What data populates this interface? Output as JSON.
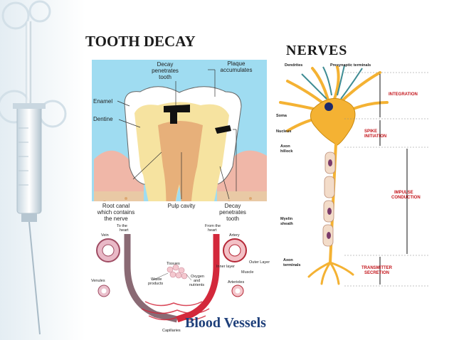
{
  "slide": {
    "title_tooth": "TOOTH DECAY",
    "title_nerves": "NERVES",
    "title_blood": "Blood Vessels"
  },
  "tooth": {
    "enamel": "Enamel",
    "dentine": "Dentine",
    "decay_top": [
      "Decay",
      "penetrates",
      "tooth"
    ],
    "plaque": [
      "Plaque",
      "accumulates"
    ],
    "root_canal": [
      "Root canal",
      "which contains",
      "the nerve"
    ],
    "pulp": "Pulp cavity",
    "decay_bottom": [
      "Decay",
      "penetrates",
      "tooth"
    ]
  },
  "neuron": {
    "dendrites": "Dendrites",
    "presynaptic": "Presynaptic terminals",
    "soma": "Soma",
    "nucleus": "Nucleus",
    "axon_hillock": [
      "Axon",
      "hillock"
    ],
    "myelin": [
      "Myelin",
      "sheath"
    ],
    "axon_terminals": [
      "Axon",
      "terminals"
    ],
    "integration": "INTEGRATION",
    "spike": [
      "SPIKE",
      "INITIATION"
    ],
    "impulse": [
      "IMPULSE",
      "CONDUCTION"
    ],
    "transmitter": [
      "TRANSMITTER",
      "SECRETION"
    ]
  },
  "vessels": {
    "to_heart": [
      "To the",
      "heart"
    ],
    "from_heart": [
      "From the",
      "heart"
    ],
    "vein": "Vein",
    "artery": "Artery",
    "tissues": "Tissues",
    "outer_layer": "Outer Layer",
    "inner_layer": "Inner layer",
    "muscle": "Muscle",
    "waste": [
      "Waste",
      "products"
    ],
    "oxygen": [
      "Oxygen",
      "and",
      "nutrients"
    ],
    "venules": "Venules",
    "arterioles": "Arterioles",
    "capillaries": "Capillaries"
  },
  "colors": {
    "tooth_bg": "#9fdcf1",
    "dentine": "#f6e3a0",
    "pulp": "#e7b07a",
    "gum": "#f0b7a8",
    "neuron": "#f4b233",
    "red_label": "#c4161c",
    "blood_title": "#1e3f7a"
  }
}
